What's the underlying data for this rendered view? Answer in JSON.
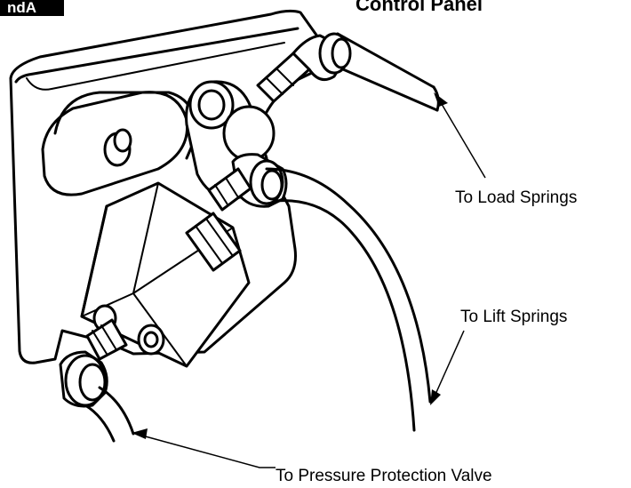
{
  "header": {
    "badge_text": "ndA",
    "title": "Control Panel"
  },
  "callouts": {
    "load_springs": "To Load Springs",
    "lift_springs": "To Lift Springs",
    "pressure_protection": "To Pressure Protection Valve"
  },
  "colors": {
    "ink": "#000000",
    "paper": "#ffffff",
    "badge": "#000000"
  }
}
